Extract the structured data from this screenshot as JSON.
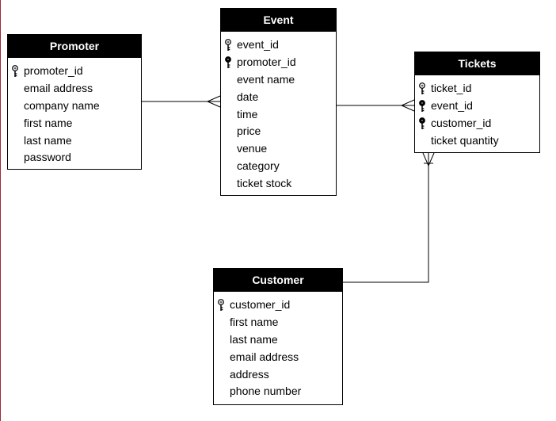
{
  "entities": {
    "promoter": {
      "title": "Promoter",
      "fields": [
        {
          "label": "promoter_id",
          "key": "primary"
        },
        {
          "label": "email address",
          "key": "none"
        },
        {
          "label": "company name",
          "key": "none"
        },
        {
          "label": "first name",
          "key": "none"
        },
        {
          "label": "last name",
          "key": "none"
        },
        {
          "label": "password",
          "key": "none"
        }
      ]
    },
    "event": {
      "title": "Event",
      "fields": [
        {
          "label": "event_id",
          "key": "primary"
        },
        {
          "label": "promoter_id",
          "key": "foreign"
        },
        {
          "label": "event name",
          "key": "none"
        },
        {
          "label": "date",
          "key": "none"
        },
        {
          "label": "time",
          "key": "none"
        },
        {
          "label": "price",
          "key": "none"
        },
        {
          "label": "venue",
          "key": "none"
        },
        {
          "label": "category",
          "key": "none"
        },
        {
          "label": "ticket stock",
          "key": "none"
        }
      ]
    },
    "tickets": {
      "title": "Tickets",
      "fields": [
        {
          "label": "ticket_id",
          "key": "primary"
        },
        {
          "label": "event_id",
          "key": "foreign"
        },
        {
          "label": "customer_id",
          "key": "foreign"
        },
        {
          "label": "ticket quantity",
          "key": "none"
        }
      ]
    },
    "customer": {
      "title": "Customer",
      "fields": [
        {
          "label": "customer_id",
          "key": "primary"
        },
        {
          "label": "first name",
          "key": "none"
        },
        {
          "label": "last name",
          "key": "none"
        },
        {
          "label": "email address",
          "key": "none"
        },
        {
          "label": "address",
          "key": "none"
        },
        {
          "label": "phone number",
          "key": "none"
        }
      ]
    }
  },
  "relationships": [
    {
      "from": "Promoter",
      "to": "Event",
      "cardinality": "one-to-many"
    },
    {
      "from": "Event",
      "to": "Tickets",
      "cardinality": "one-to-many"
    },
    {
      "from": "Customer",
      "to": "Tickets",
      "cardinality": "one-to-many"
    }
  ]
}
